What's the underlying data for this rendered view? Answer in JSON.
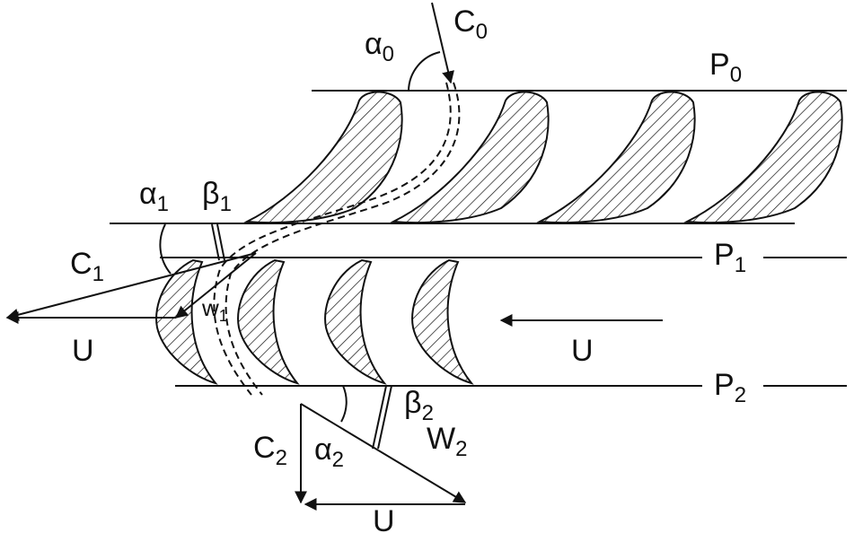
{
  "labels": {
    "p0": {
      "main": "P",
      "sub": "0"
    },
    "p1": {
      "main": "P",
      "sub": "1"
    },
    "p2": {
      "main": "P",
      "sub": "2"
    },
    "c0": {
      "main": "C",
      "sub": "0"
    },
    "c1": {
      "main": "C",
      "sub": "1"
    },
    "c2": {
      "main": "C",
      "sub": "2"
    },
    "w1": {
      "main": "w",
      "sub": "1"
    },
    "w2": {
      "main": "W",
      "sub": "2"
    },
    "alpha0": {
      "main": "α",
      "sub": "0"
    },
    "alpha1": {
      "main": "α",
      "sub": "1"
    },
    "alpha2": {
      "main": "α",
      "sub": "2"
    },
    "beta1": {
      "main": "β",
      "sub": "1"
    },
    "beta2": {
      "main": "β",
      "sub": "2"
    },
    "u_left": "U",
    "u_rotor": "U",
    "u_bottom": "U"
  },
  "colors": {
    "ink": "#111111",
    "background": "#ffffff"
  }
}
